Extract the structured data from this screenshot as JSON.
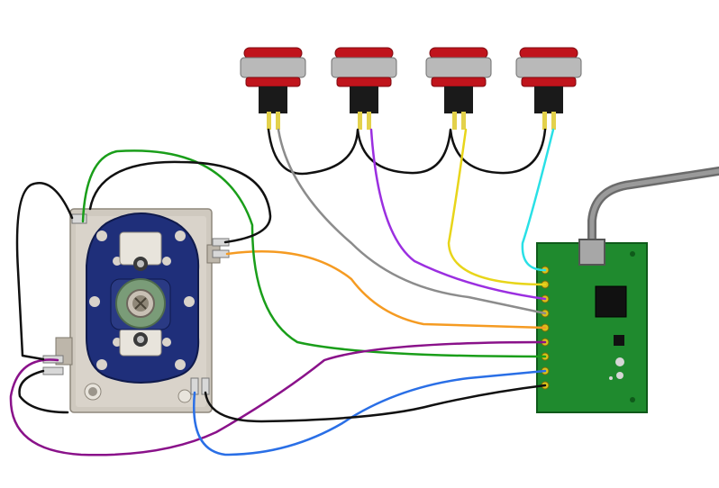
{
  "diagram": {
    "components": {
      "joystick": {
        "name": "joystick"
      },
      "buttons": [
        {
          "name": "arcade-button-1"
        },
        {
          "name": "arcade-button-2"
        },
        {
          "name": "arcade-button-3"
        },
        {
          "name": "arcade-button-4"
        }
      ],
      "controller_board": {
        "name": "usb-controller-board",
        "pins": 10
      },
      "usb_cable": {
        "name": "usb-cable"
      }
    },
    "wire_colors": {
      "ground": "#111111",
      "gray": "#8c8c8c",
      "purple": "#9b2fe0",
      "yellow": "#e8d51a",
      "cyan": "#29e0e6",
      "orange": "#f59b22",
      "green": "#1a9e1a",
      "magenta": "#8a128a",
      "blue": "#2a6fe6"
    },
    "colors": {
      "button_red": "#c0141c",
      "button_ring": "#b9b9b9",
      "pcb_green": "#1f8a2e",
      "joystick_blue": "#1f2f7a",
      "joystick_plate": "#cfc9bf",
      "header_gold": "#d9c21a"
    }
  }
}
